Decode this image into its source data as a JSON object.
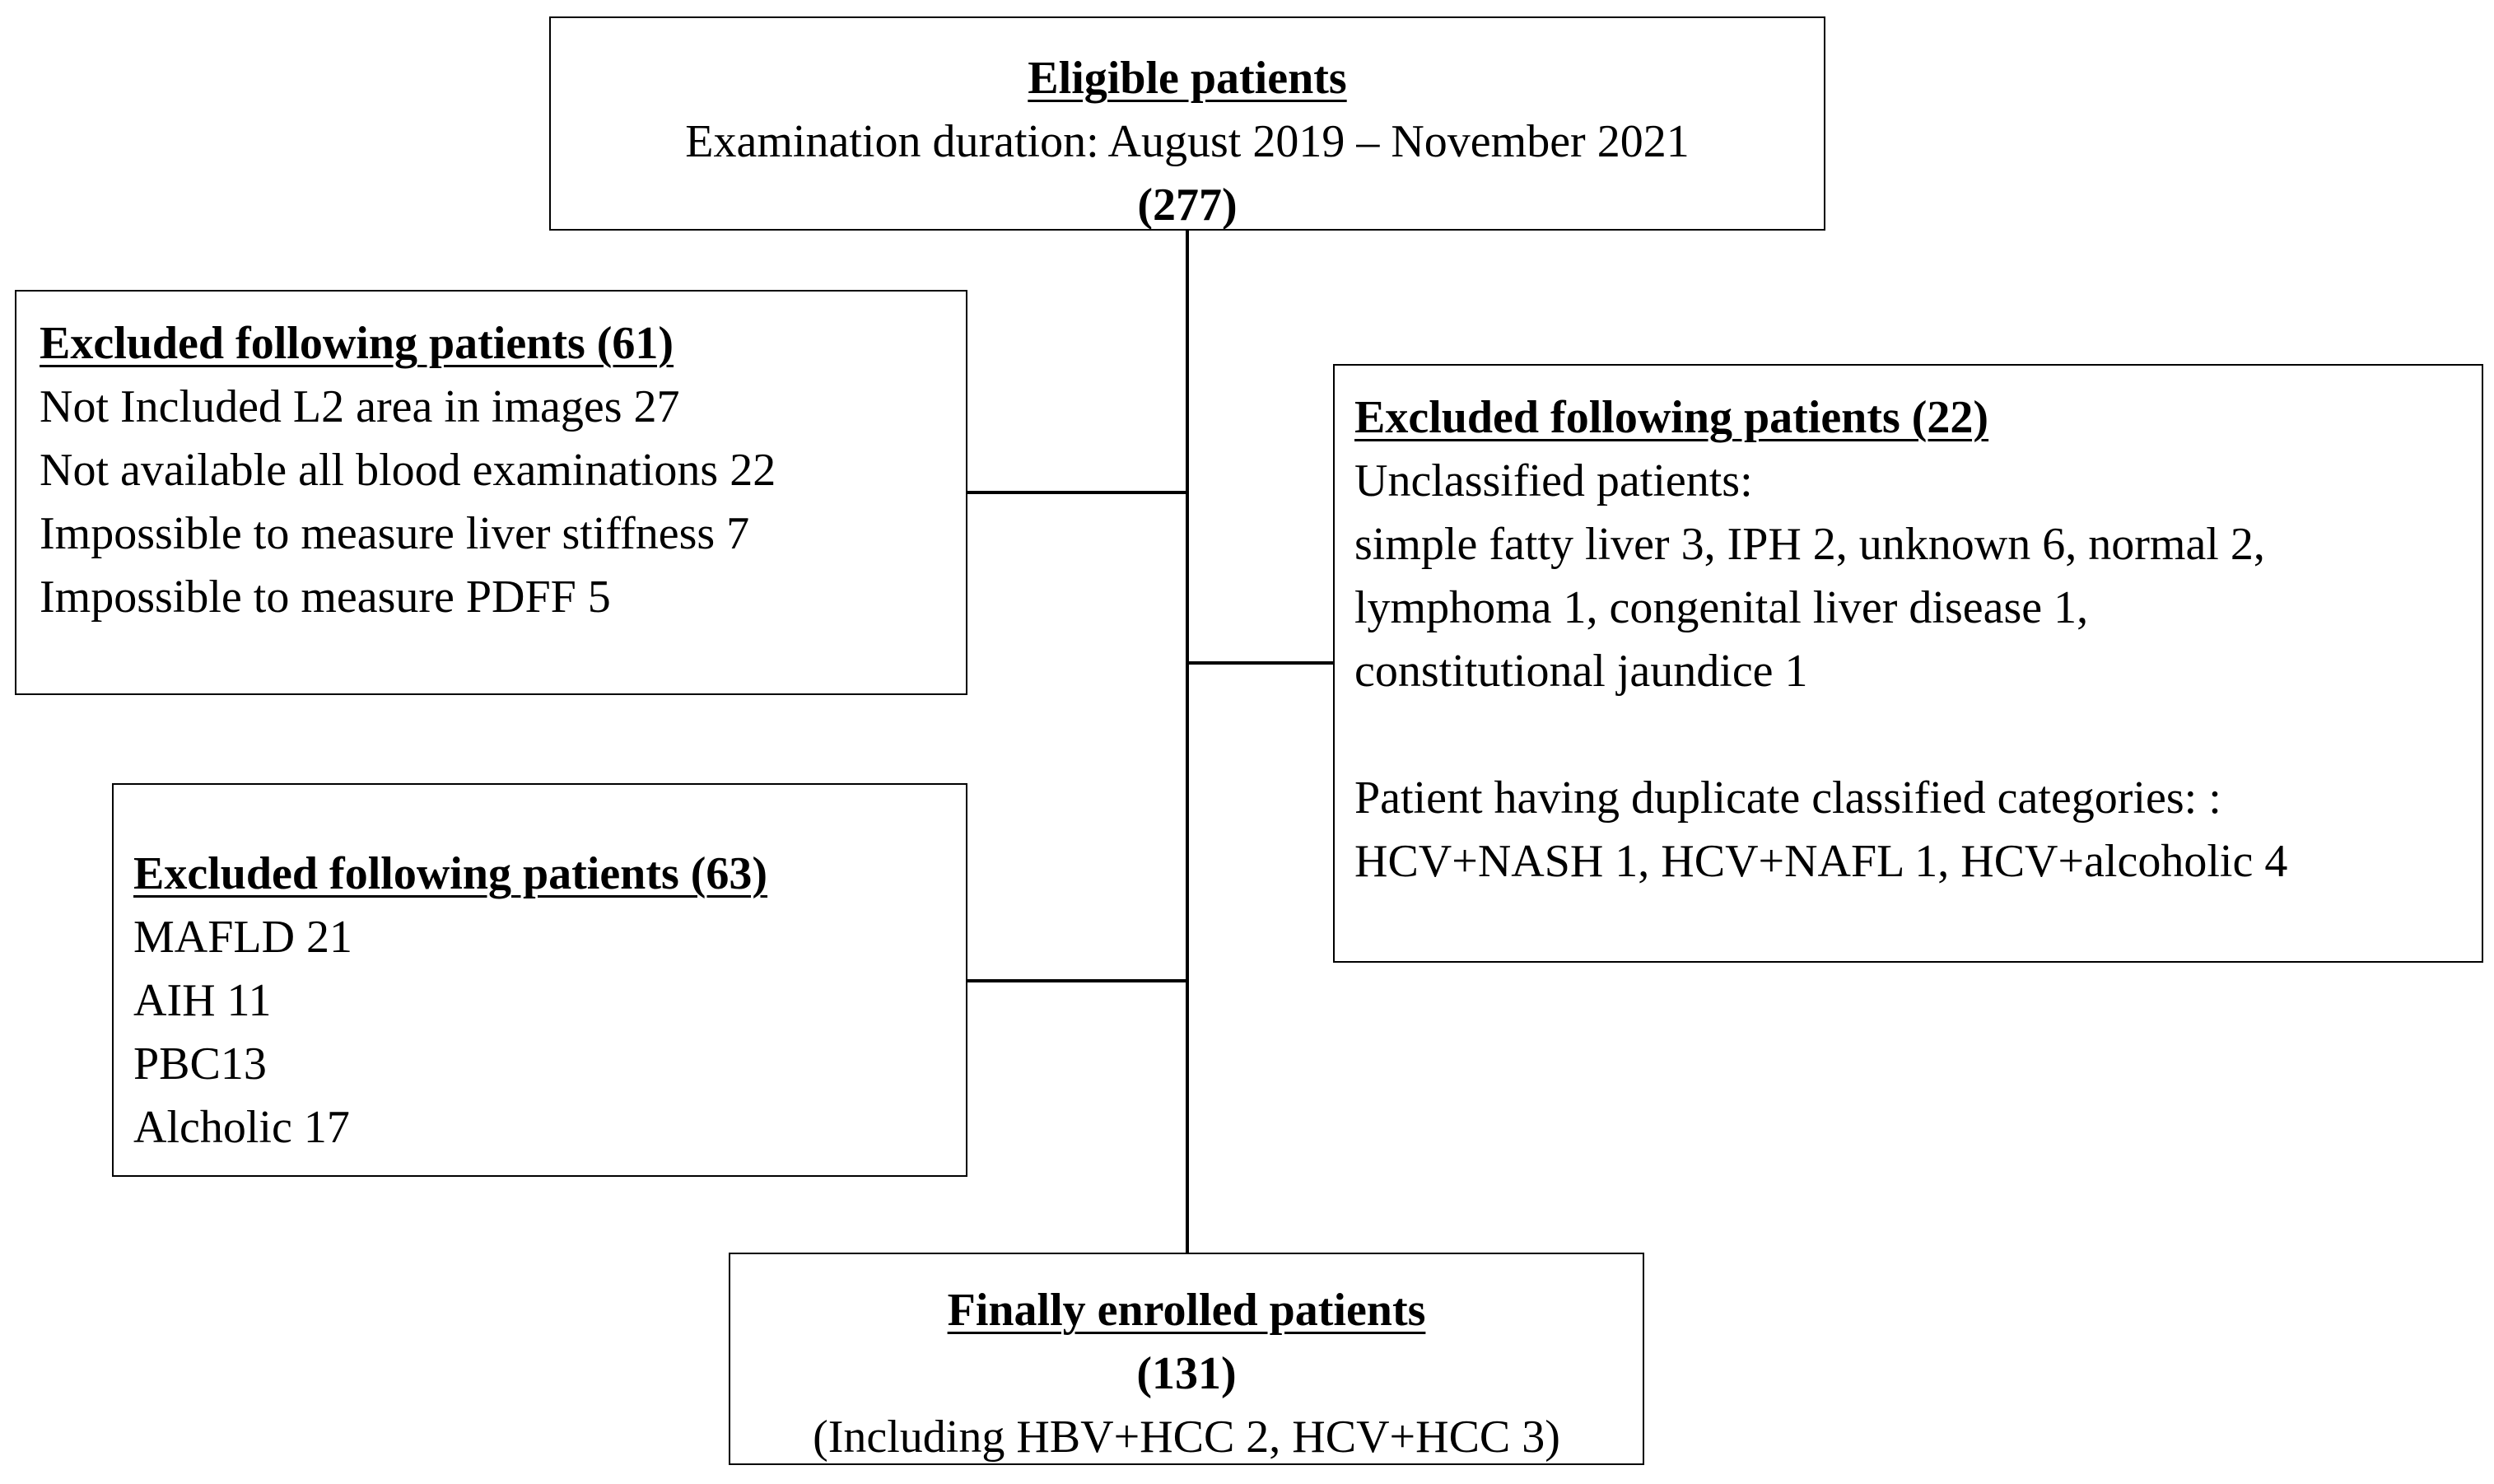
{
  "eligible": {
    "title": "Eligible patients",
    "duration": "Examination duration: August 2019 – November 2021",
    "count": "(277)"
  },
  "excluded_61": {
    "title": "Excluded following patients (61)",
    "items": [
      "Not Included L2 area in images 27",
      "Not available all blood examinations 22",
      "Impossible to measure liver stiffness 7",
      "Impossible to measure PDFF 5"
    ]
  },
  "excluded_22": {
    "title": "Excluded following patients (22)",
    "unclassified_heading": "Unclassified patients:",
    "unclassified_lines": [
      "simple fatty liver 3, IPH 2,  unknown 6, normal 2,",
      "lymphoma 1, congenital liver disease 1,",
      "constitutional jaundice 1"
    ],
    "duplicate_heading": "Patient having duplicate classified categories: :",
    "duplicate_lines": [
      "HCV+NASH 1, HCV+NAFL 1, HCV+alcoholic 4"
    ]
  },
  "excluded_63": {
    "title": "Excluded following patients (63)",
    "items": [
      "MAFLD 21",
      "AIH 11",
      "PBC13",
      "Alcholic 17"
    ]
  },
  "final": {
    "title": "Finally enrolled patients",
    "count": "(131)",
    "note": "(Including HBV+HCC 2, HCV+HCC 3)"
  }
}
